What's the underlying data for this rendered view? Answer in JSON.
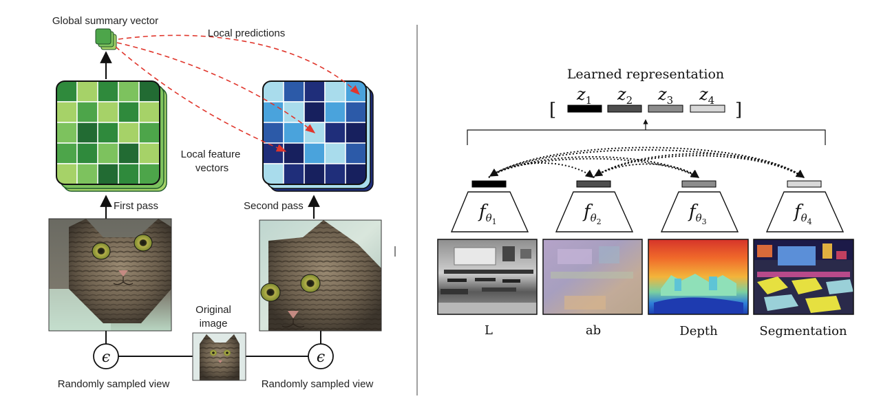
{
  "left_panel": {
    "global_summary_label": "Global summary vector",
    "local_predictions_label": "Local predictions",
    "local_feature_label_line1": "Local feature",
    "local_feature_label_line2": "vectors",
    "first_pass_label": "First pass",
    "second_pass_label": "Second pass",
    "original_image_line1": "Original",
    "original_image_line2": "image",
    "sampled_view_left": "Randomly sampled view",
    "sampled_view_right": "Randomly sampled view",
    "epsilon_symbol": "ϵ",
    "colors": {
      "green_grid": [
        "#2f8a3c",
        "#a6d268",
        "#7dc25e",
        "#226b33",
        "#4da54a"
      ],
      "blue_grid": [
        "#a9dcec",
        "#4aa3dc",
        "#2c5aa8",
        "#1f2e7a",
        "#17205e"
      ],
      "prediction_arrow": "#e0362c"
    }
  },
  "right_panel": {
    "learned_representation_label": "Learned representation",
    "z_symbols": [
      "z",
      "z",
      "z",
      "z"
    ],
    "z_subscripts": [
      "1",
      "2",
      "3",
      "4"
    ],
    "bracket_left": "[",
    "bracket_right": "]",
    "f_symbol": "f",
    "theta_symbol": "θ",
    "modalities": [
      "L",
      "ab",
      "Depth",
      "Segmentation"
    ],
    "vector_colors": [
      "#000000",
      "#4e4e4e",
      "#8c8c8c",
      "#d8d8d8"
    ]
  }
}
